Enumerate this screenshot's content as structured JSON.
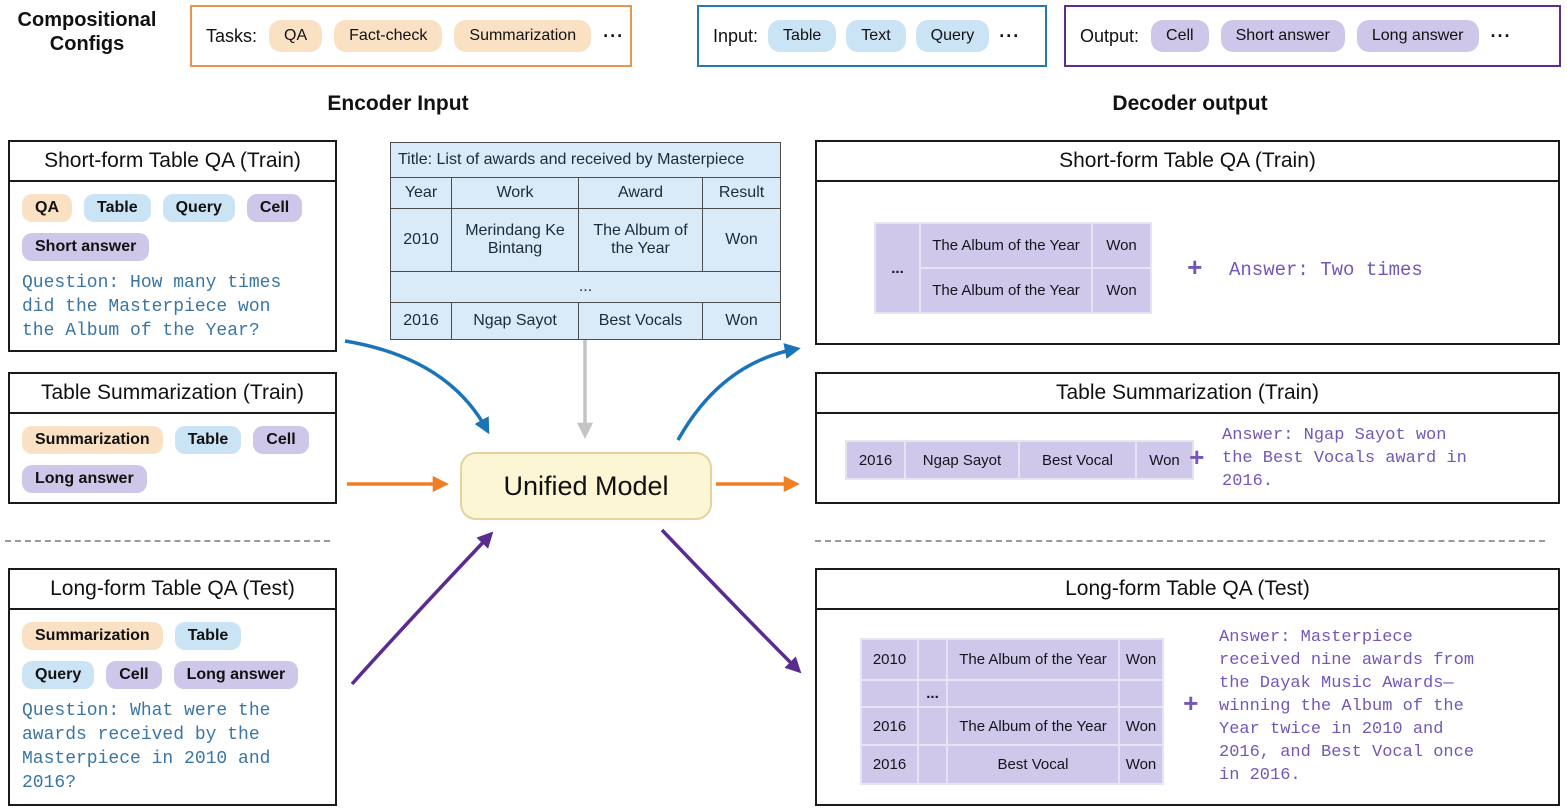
{
  "colors": {
    "task_pill": "#FAE1C4",
    "input_pill": "#CBE4F5",
    "output_pill": "#CFC7E9",
    "tasks_border": "#E8954E",
    "input_border": "#2478B5",
    "output_border": "#5C2D91",
    "arrow_blue": "#1B74B8",
    "arrow_orange": "#F07E22",
    "arrow_purple": "#5B2C90",
    "arrow_gray": "#C4C4C4",
    "model_bg": "#FCF6D5",
    "question_text": "#3A76A3",
    "answer_text": "#7457B8",
    "encoder_table_bg": "#D9EAF8",
    "decoder_table_bg": "#CFC8EA"
  },
  "configs": {
    "label_line1": "Compositional",
    "label_line2": "Configs",
    "tasks": {
      "label": "Tasks:",
      "pills": [
        "QA",
        "Fact-check",
        "Summarization"
      ],
      "more": "···"
    },
    "input": {
      "label": "Input:",
      "pills": [
        "Table",
        "Text",
        "Query"
      ],
      "more": "···"
    },
    "output": {
      "label": "Output:",
      "pills": [
        "Cell",
        "Short answer",
        "Long answer"
      ],
      "more": "···"
    }
  },
  "headers": {
    "encoder": "Encoder Input",
    "decoder": "Decoder output"
  },
  "encoder": {
    "short_form": {
      "title": "Short-form Table QA (Train)",
      "tags": [
        {
          "label": "QA",
          "type": "task"
        },
        {
          "label": "Table",
          "type": "input"
        },
        {
          "label": "Query",
          "type": "input"
        },
        {
          "label": "Cell",
          "type": "output"
        },
        {
          "label": "Short answer",
          "type": "output"
        }
      ],
      "question": "Question: How many times\ndid the Masterpiece won\nthe Album of the Year?"
    },
    "summarization": {
      "title": "Table Summarization (Train)",
      "tags": [
        {
          "label": "Summarization",
          "type": "task"
        },
        {
          "label": "Table",
          "type": "input"
        },
        {
          "label": "Cell",
          "type": "output"
        },
        {
          "label": "Long answer",
          "type": "output"
        }
      ]
    },
    "long_form": {
      "title": "Long-form Table QA (Test)",
      "tags": [
        {
          "label": "Summarization",
          "type": "task"
        },
        {
          "label": "Table",
          "type": "input"
        },
        {
          "label": "Query",
          "type": "input"
        },
        {
          "label": "Cell",
          "type": "output"
        },
        {
          "label": "Long answer",
          "type": "output"
        }
      ],
      "question": "Question: What were the\nawards received by the\nMasterpiece in 2010 and\n2016?"
    }
  },
  "input_table": {
    "title": "Title: List of awards and received by Masterpiece",
    "headers": [
      "Year",
      "Work",
      "Award",
      "Result"
    ],
    "row1": [
      "2010",
      "Merindang Ke Bintang",
      "The Album of the Year",
      "Won"
    ],
    "dots": "...",
    "row2": [
      "2016",
      "Ngap Sayot",
      "Best Vocals",
      "Won"
    ]
  },
  "model": {
    "label": "Unified Model"
  },
  "decoder": {
    "short_form": {
      "title": "Short-form Table QA (Train)",
      "table": {
        "dots": "...",
        "rows": [
          [
            "The Album of the Year",
            "Won"
          ],
          [
            "The Album of the Year",
            "Won"
          ]
        ]
      },
      "plus": "+",
      "answer": "Answer: Two times"
    },
    "summarization": {
      "title": "Table Summarization (Train)",
      "table": {
        "row": [
          "2016",
          "Ngap Sayot",
          "Best Vocal",
          "Won"
        ]
      },
      "plus": "+",
      "answer": "Answer: Ngap Sayot won\nthe Best Vocals award in\n2016."
    },
    "long_form": {
      "title": "Long-form Table QA (Test)",
      "table": {
        "dots": "...",
        "rows": [
          [
            "2010",
            "The Album of the Year",
            "Won"
          ],
          [
            "2016",
            "The Album of the Year",
            "Won"
          ],
          [
            "2016",
            "Best Vocal",
            "Won"
          ]
        ]
      },
      "plus": "+",
      "answer": "Answer: Masterpiece\nreceived nine awards from\nthe Dayak Music Awards—\nwinning the Album of the\nYear twice in 2010 and\n2016, and Best Vocal once\nin 2016."
    }
  }
}
